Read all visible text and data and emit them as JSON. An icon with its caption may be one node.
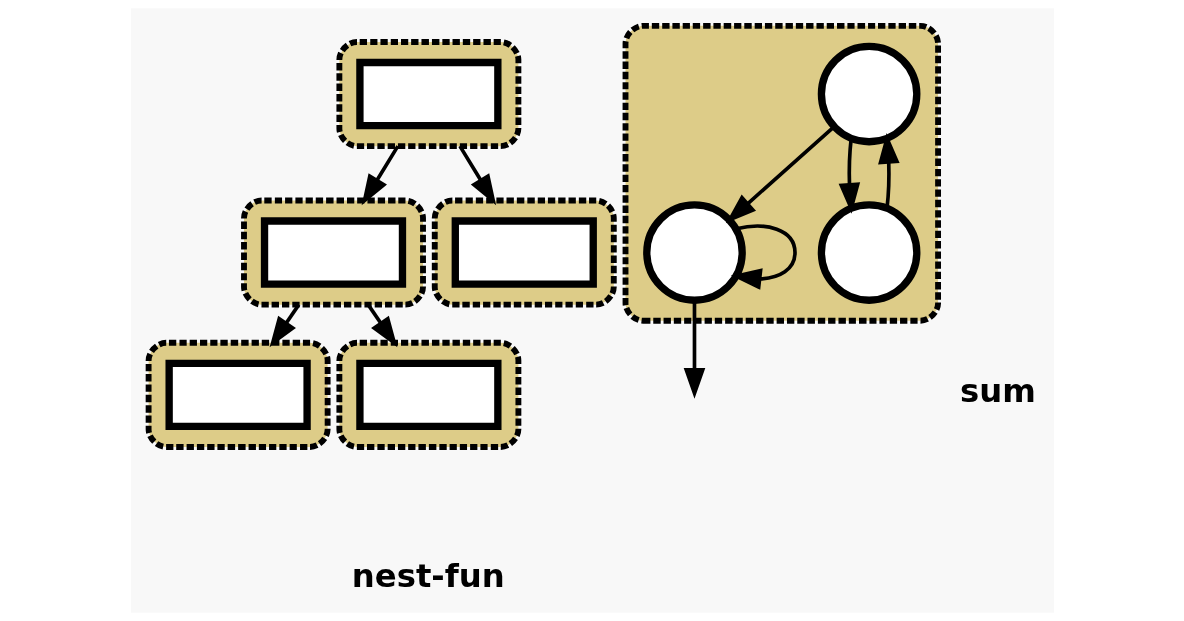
{
  "diagram": {
    "nodes": [
      {
        "text": [],
        "shape": "box"
      },
      {
        "text": [],
        "shape": "box",
        "in": 0
      },
      {
        "text": [],
        "shape": "box"
      },
      {
        "text": [],
        "shape": "box",
        "in": 2
      },
      {
        "text": [],
        "shape": "box"
      },
      {
        "text": [],
        "shape": "box",
        "in": 4
      },
      {
        "text": [],
        "shape": "box"
      },
      {
        "text": [],
        "shape": "box",
        "in": 6
      },
      {
        "text": [],
        "shape": "box"
      },
      {
        "text": [],
        "shape": "box",
        "in": 8
      },
      {
        "text": [],
        "shape": "box"
      },
      {
        "text": [],
        "shape": "circle",
        "in": 10
      },
      {
        "text": [],
        "shape": "circle",
        "in": 10
      },
      {
        "text": [],
        "shape": "circle",
        "in": 10
      }
    ],
    "edges": [
      {
        "from": 0,
        "to": 2,
        "arrow": "to"
      },
      {
        "from": 0,
        "to": 4,
        "arrow": "to"
      },
      {
        "from": 2,
        "to": 6,
        "arrow": "to"
      },
      {
        "from": 2,
        "to": 8,
        "arrow": "to"
      },
      {
        "from": 11,
        "to": 12,
        "arrow": "to"
      },
      {
        "from": 11,
        "to": 13,
        "arrow": "to"
      },
      {
        "from": 13,
        "to": 11,
        "arrow": "to"
      },
      {
        "from": 12,
        "to": 12,
        "arrow": "to"
      },
      {
        "from": 12,
        "to": null,
        "arrow": "to"
      }
    ],
    "labels": [
      "nest-fun",
      "sum"
    ]
  }
}
